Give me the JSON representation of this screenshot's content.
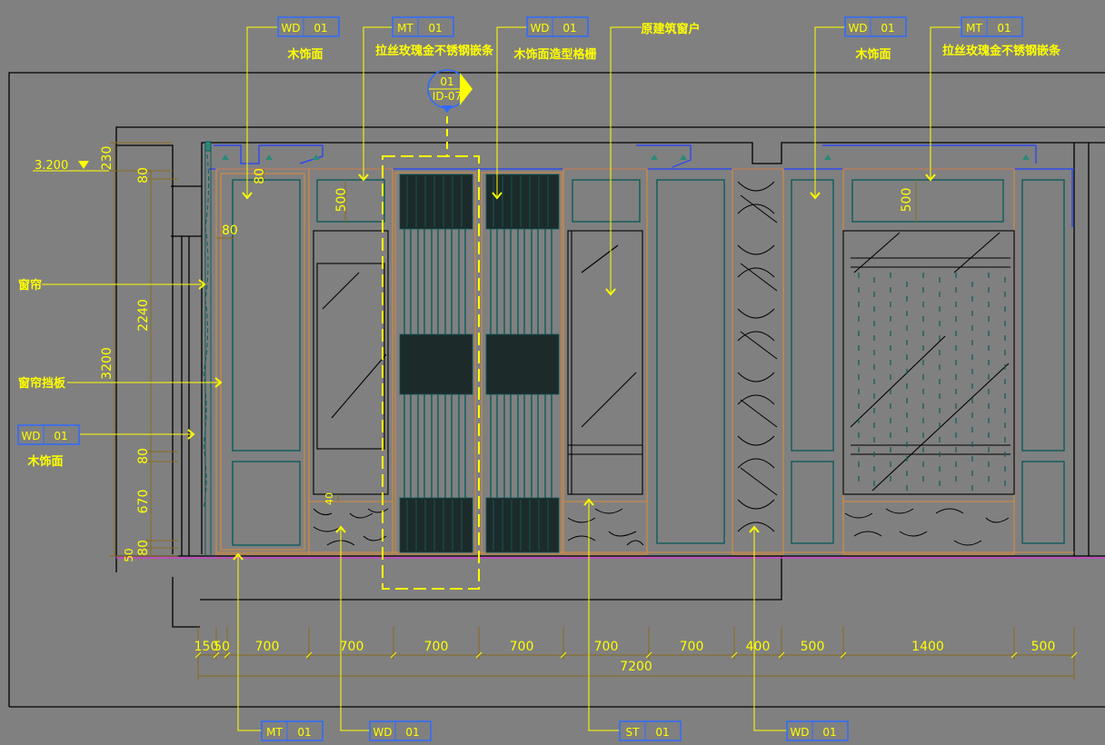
{
  "colors": {
    "background": "#808080",
    "outline": "#000000",
    "dim": "#8a6a1e",
    "dim_text": "#ffff00",
    "leader": "#ffff00",
    "panel": "#0e5a5a",
    "orange": "#d98a3a",
    "tag_border": "#2f6bff",
    "floor": "#d040d0",
    "ceiling_line": "#2040ff",
    "hatch": "#000000"
  },
  "tags_top": [
    {
      "code": "WD",
      "num": "01",
      "label": "木饰面"
    },
    {
      "code": "MT",
      "num": "01",
      "label": "拉丝玫瑰金不锈钢嵌条"
    },
    {
      "code": "WD",
      "num": "01",
      "label": "木饰面造型格栅"
    },
    {
      "code": "",
      "num": "",
      "label": "原建筑窗户"
    },
    {
      "code": "WD",
      "num": "01",
      "label": "木饰面"
    },
    {
      "code": "MT",
      "num": "01",
      "label": "拉丝玫瑰金不锈钢嵌条"
    }
  ],
  "tags_left": [
    {
      "label": "窗帘"
    },
    {
      "label": "窗帘挡板"
    },
    {
      "code": "WD",
      "num": "01",
      "label": "木饰面"
    }
  ],
  "tags_bottom": [
    {
      "code": "MT",
      "num": "01"
    },
    {
      "code": "WD",
      "num": "01"
    },
    {
      "code": "ST",
      "num": "01"
    },
    {
      "code": "WD",
      "num": "01"
    }
  ],
  "section_marker": {
    "top": "01",
    "bottom": "ID-07"
  },
  "level_mark": "3.200",
  "dims_horizontal": [
    "150",
    "50",
    "700",
    "700",
    "700",
    "700",
    "700",
    "700",
    "400",
    "500",
    "1400",
    "500"
  ],
  "dim_total": "7200",
  "dims_vertical": [
    "230",
    "80",
    "2240",
    "80",
    "670",
    "80",
    "50"
  ],
  "dim_vertical_total": "3200",
  "dims_inner": [
    "80",
    "80",
    "500",
    "40",
    "500"
  ]
}
